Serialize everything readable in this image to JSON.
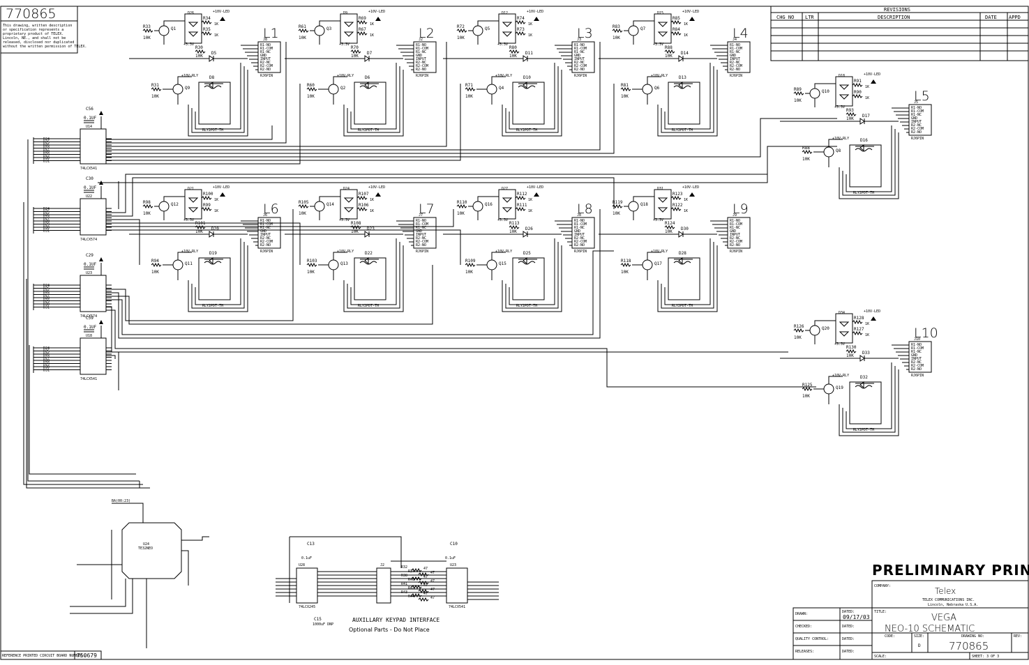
{
  "drawing_number": "770865",
  "notice_lines": [
    "This drawing, written description",
    "or specification represents a",
    "proprietary product of TELEX.",
    "Lincoln, NE., and shall not be",
    "released, disclosed nor duplicated",
    "without the written permission of TELEX."
  ],
  "revisions": {
    "title": "REVISIONS",
    "headers": [
      "CHG NO",
      "LTR",
      "DESCRIPTION",
      "DATE",
      "APPD"
    ]
  },
  "relay_channels": [
    {
      "label": "L1",
      "res_top": "R33",
      "res_top_val": "10K",
      "q_top": "Q1",
      "led": "D26",
      "r_led_a": "R34",
      "r_led_b": "R35",
      "r_led_val": "1K",
      "r_diode": "R30",
      "r_diode_val": "10K",
      "diode": "D5",
      "res_bot": "R31",
      "res_bot_val": "10K",
      "q_bot": "Q9",
      "relay_diode": "D8",
      "conn": "J8",
      "conn_type": "RJ6PIN"
    },
    {
      "label": "L2",
      "res_top": "R61",
      "res_top_val": "10K",
      "q_top": "Q3",
      "led": "D9",
      "r_led_a": "R69",
      "r_led_b": "R67",
      "r_led_val": "1K",
      "r_diode": "R70",
      "r_diode_val": "10K",
      "diode": "D7",
      "res_bot": "R60",
      "res_bot_val": "10K",
      "q_bot": "Q2",
      "relay_diode": "D6",
      "conn": "J2",
      "conn_type": "RJ6PIN"
    },
    {
      "label": "L3",
      "res_top": "R72",
      "res_top_val": "10K",
      "q_top": "Q5",
      "led": "D12",
      "r_led_a": "R74",
      "r_led_b": "R73",
      "r_led_val": "1K",
      "r_diode": "R80",
      "r_diode_val": "10K",
      "diode": "D11",
      "res_bot": "R71",
      "res_bot_val": "10K",
      "q_bot": "Q4",
      "relay_diode": "D10",
      "conn": "J3",
      "conn_type": "RJ6PIN"
    },
    {
      "label": "L4",
      "res_top": "R83",
      "res_top_val": "10K",
      "q_top": "Q7",
      "led": "D15",
      "r_led_a": "R85",
      "r_led_b": "R84",
      "r_led_val": "1K",
      "r_diode": "R88",
      "r_diode_val": "10K",
      "diode": "D14",
      "res_bot": "R81",
      "res_bot_val": "10K",
      "q_bot": "Q6",
      "relay_diode": "D13",
      "conn": "J4",
      "conn_type": "RJ6PIN"
    },
    {
      "label": "L5",
      "res_top": "R89",
      "res_top_val": "10K",
      "q_top": "Q10",
      "led": "D18",
      "r_led_a": "R91",
      "r_led_b": "R90",
      "r_led_val": "1K",
      "r_diode": "R93",
      "r_diode_val": "10K",
      "diode": "D17",
      "res_bot": "R88",
      "res_bot_val": "10K",
      "q_bot": "Q8",
      "relay_diode": "D16",
      "conn": "J5",
      "conn_type": "RJ6PIN"
    },
    {
      "label": "L6",
      "res_top": "R98",
      "res_top_val": "10K",
      "q_top": "Q12",
      "led": "D21",
      "r_led_a": "R100",
      "r_led_b": "R99",
      "r_led_val": "1K",
      "r_diode": "R101",
      "r_diode_val": "10K",
      "diode": "D20",
      "res_bot": "R94",
      "res_bot_val": "10K",
      "q_bot": "Q11",
      "relay_diode": "D19",
      "conn": "J6",
      "conn_type": "RJ6PIN"
    },
    {
      "label": "L7",
      "res_top": "R105",
      "res_top_val": "10K",
      "q_top": "Q14",
      "led": "D24",
      "r_led_a": "R107",
      "r_led_b": "R106",
      "r_led_val": "1K",
      "r_diode": "R108",
      "r_diode_val": "10K",
      "diode": "D23",
      "res_bot": "R103",
      "res_bot_val": "10K",
      "q_bot": "Q13",
      "relay_diode": "D22",
      "conn": "J7",
      "conn_type": "RJ6PIN"
    },
    {
      "label": "L8",
      "res_top": "R110",
      "res_top_val": "10K",
      "q_top": "Q16",
      "led": "D27",
      "r_led_a": "R112",
      "r_led_b": "R111",
      "r_led_val": "1K",
      "r_diode": "R113",
      "r_diode_val": "10K",
      "diode": "D26",
      "res_bot": "R109",
      "res_bot_val": "10K",
      "q_bot": "Q15",
      "relay_diode": "D25",
      "conn": "J8",
      "conn_type": "RJ6PIN"
    },
    {
      "label": "L9",
      "res_top": "R119",
      "res_top_val": "10K",
      "q_top": "Q18",
      "led": "D31",
      "r_led_a": "R123",
      "r_led_b": "R122",
      "r_led_val": "1K",
      "r_diode": "R124",
      "r_diode_val": "10K",
      "diode": "D30",
      "res_bot": "R118",
      "res_bot_val": "10K",
      "q_bot": "Q17",
      "relay_diode": "D28",
      "conn": "J9",
      "conn_type": "RJ6PIN"
    },
    {
      "label": "L10",
      "res_top": "R126",
      "res_top_val": "10K",
      "q_top": "Q20",
      "led": "D34",
      "r_led_a": "R128",
      "r_led_b": "R127",
      "r_led_val": "1K",
      "r_diode": "R130",
      "r_diode_val": "10K",
      "diode": "D33",
      "res_bot": "R125",
      "res_bot_val": "10K",
      "q_bot": "Q19",
      "relay_diode": "D32",
      "conn": "J10",
      "conn_type": "RJ6PIN"
    }
  ],
  "common_labels": {
    "led_supply": "+10V-LED",
    "relay_supply": "+10V-RLY",
    "logic_supply": "+3.3V",
    "relay_part": "RLY2PDT-TH",
    "conn_pins": [
      "R1-NO",
      "R1-COM",
      "R1-NC",
      "GND",
      "INPUT",
      "R2-NC",
      "R2-COM",
      "R2-NO"
    ]
  },
  "ics": [
    {
      "ref": "U14",
      "part": "74LCX541",
      "cap": "C56",
      "cap_val": "0.1UF"
    },
    {
      "ref": "U22",
      "part": "74LCX574",
      "cap": "C30",
      "cap_val": "0.1UF"
    },
    {
      "ref": "U23",
      "part": "74LCX574",
      "cap": "C29",
      "cap_val": "0.1UF"
    },
    {
      "ref": "U18",
      "part": "74LCX541",
      "cap": "C59",
      "cap_val": "0.1UF"
    }
  ],
  "bus_pins": [
    "D24",
    "D25",
    "D26",
    "D27",
    "D28",
    "D29",
    "D30",
    "D31"
  ],
  "cpld": {
    "ref": "U24",
    "part": "TE32NEO",
    "label": "BA(00:23)"
  },
  "keypad": {
    "title": "AUXILLARY KEYPAD INTERFACE",
    "note": "Optional Parts - Do Not Place",
    "u_left": "U28",
    "u_left_part": "74LCX245",
    "u_right": "U23",
    "u_right_part": "74LCX541",
    "conn": "J2",
    "c13": "C13",
    "c13_val": "0.1uF",
    "c10": "C10",
    "c10_val": "0.1uF",
    "c15": "C15",
    "c15_val": "1000uF DNP",
    "res": [
      "R32",
      "R37",
      "R38",
      "R40",
      "R41",
      "R42",
      "R43",
      "R44"
    ],
    "res_val": "47"
  },
  "preliminary": "PRELIMINARY PRINT",
  "title_block": {
    "company_label": "COMPANY:",
    "company": "Telex",
    "company_line2": "TELEX COMMUNICATIONS INC.",
    "company_line3": "Lincoln, Nebraska U.S.A.",
    "drawn_label": "DRAWN:",
    "dated_label": "DATED:",
    "date": "09/17/03",
    "checked_label": "CHECKED:",
    "quality_label": "QUALITY CONTROL:",
    "released_label": "RELEASES:",
    "title_label": "TITLE:",
    "title1": "VEGA",
    "title2": "NEO-10 SCHEMATIC",
    "code_label": "CODE:",
    "size_label": "SIZE:",
    "size": "D",
    "dwg_label": "DRAWING NO:",
    "dwg_no": "770865",
    "rev_label": "REV:",
    "scale_label": "SCALE:",
    "sheet": "SHEET: 3 OF 3"
  },
  "ref_board_label": "REFERENCE PRINTED CIRCUIT BOARD NUMBER :",
  "ref_board": "750679"
}
